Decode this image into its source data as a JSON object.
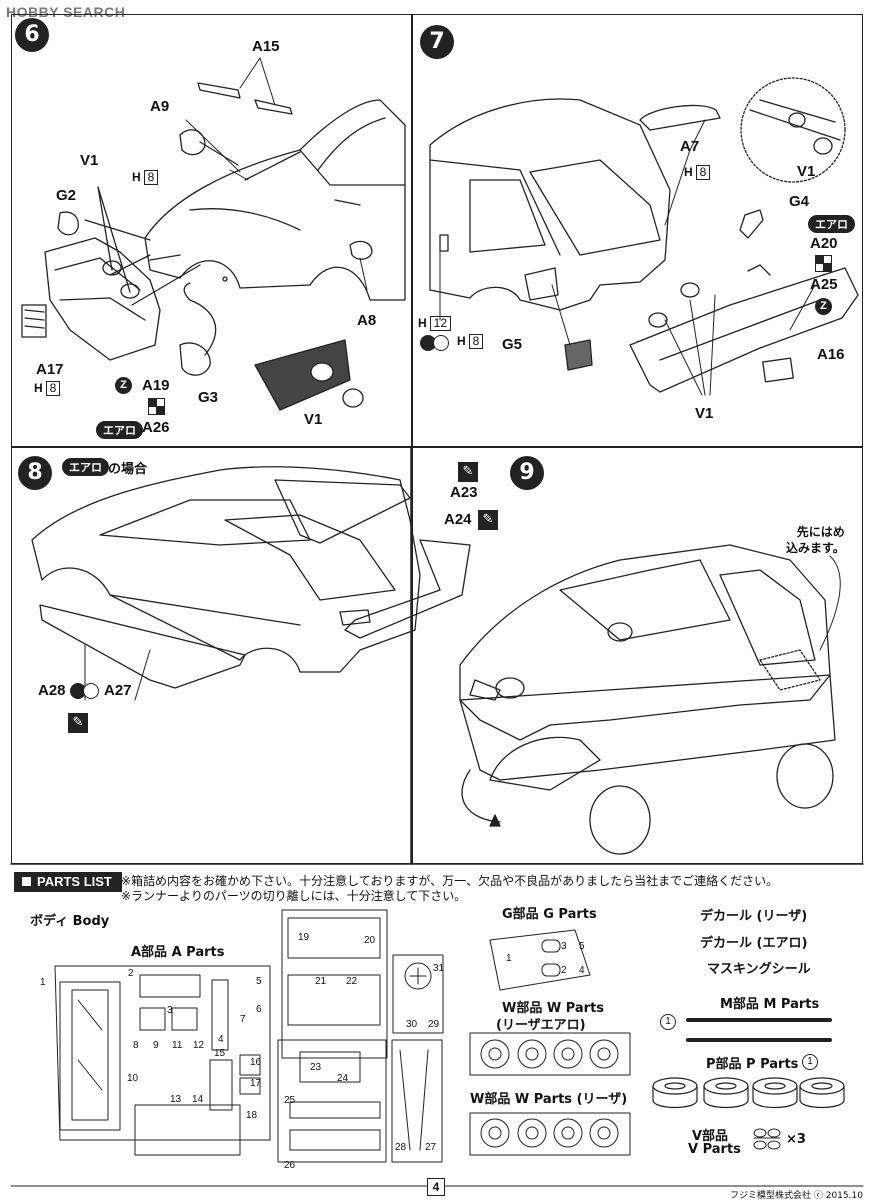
{
  "header": {
    "logo": "HOBBY SEARCH"
  },
  "step6": {
    "number": "6",
    "labels": {
      "a15": "A15",
      "a9": "A9",
      "v1": "V1",
      "h8": "H",
      "h8box": "8",
      "g2": "G2",
      "a8": "A8",
      "a17": "A17",
      "h8b": "H",
      "h8bbox": "8",
      "z": "Z",
      "a19": "A19",
      "g3": "G3",
      "v1b": "V1",
      "aero": "エアロ",
      "a26": "A26"
    }
  },
  "step7": {
    "number": "7",
    "labels": {
      "a7": "A7",
      "v1": "V1",
      "h8": "H",
      "h8box": "8",
      "g4": "G4",
      "aero": "エアロ",
      "a20": "A20",
      "a25": "A25",
      "z": "Z",
      "h12": "H",
      "h12box": "12",
      "h8b": "H",
      "h8bbox": "8",
      "g5": "G5",
      "a16": "A16",
      "v1b": "V1"
    }
  },
  "step8": {
    "number": "8",
    "aero": "エアロ",
    "condition": "の場合",
    "labels": {
      "a23": "A23",
      "a24": "A24",
      "a28": "A28",
      "a27": "A27"
    }
  },
  "step9": {
    "number": "9",
    "note_line1": "先にはめ",
    "note_line2": "込みます。"
  },
  "parts_list": {
    "title": "PARTS LIST",
    "note1": "※箱詰め内容をお確かめ下さい。十分注意しておりますが、万一、欠品や不良品がありましたら当社までご連絡ください。",
    "note2": "※ランナーよりのパーツの切り離しには、十分注意して下さい。",
    "body": "ボディ Body",
    "a_parts": "A部品 A Parts",
    "g_parts": "G部品 G Parts",
    "w_parts_1a": "W部品 W Parts",
    "w_parts_1b": "(リーザエアロ)",
    "w_parts_2": "W部品 W Parts (リーザ)",
    "decal1": "デカール (リーザ)",
    "decal2": "デカール (エアロ)",
    "mask": "マスキングシール",
    "m_parts": "M部品 M Parts",
    "m_qty": "1",
    "p_parts": "P部品 P Parts",
    "p_qty": "1",
    "v_parts_1": "V部品",
    "v_parts_2": "V Parts",
    "v_qty": "×3",
    "a_nums": [
      "1",
      "2",
      "3",
      "4",
      "5",
      "6",
      "7",
      "8",
      "9",
      "10",
      "11",
      "12",
      "13",
      "14",
      "15",
      "16",
      "17",
      "18",
      "19",
      "20",
      "21",
      "22",
      "23",
      "24",
      "25",
      "26",
      "27",
      "28",
      "29",
      "30",
      "31"
    ],
    "g_nums": [
      "1",
      "2",
      "3",
      "4",
      "5"
    ]
  },
  "footer": {
    "page": "4",
    "copyright": "フジミ模型株式会社 ⓒ 2015.10"
  }
}
